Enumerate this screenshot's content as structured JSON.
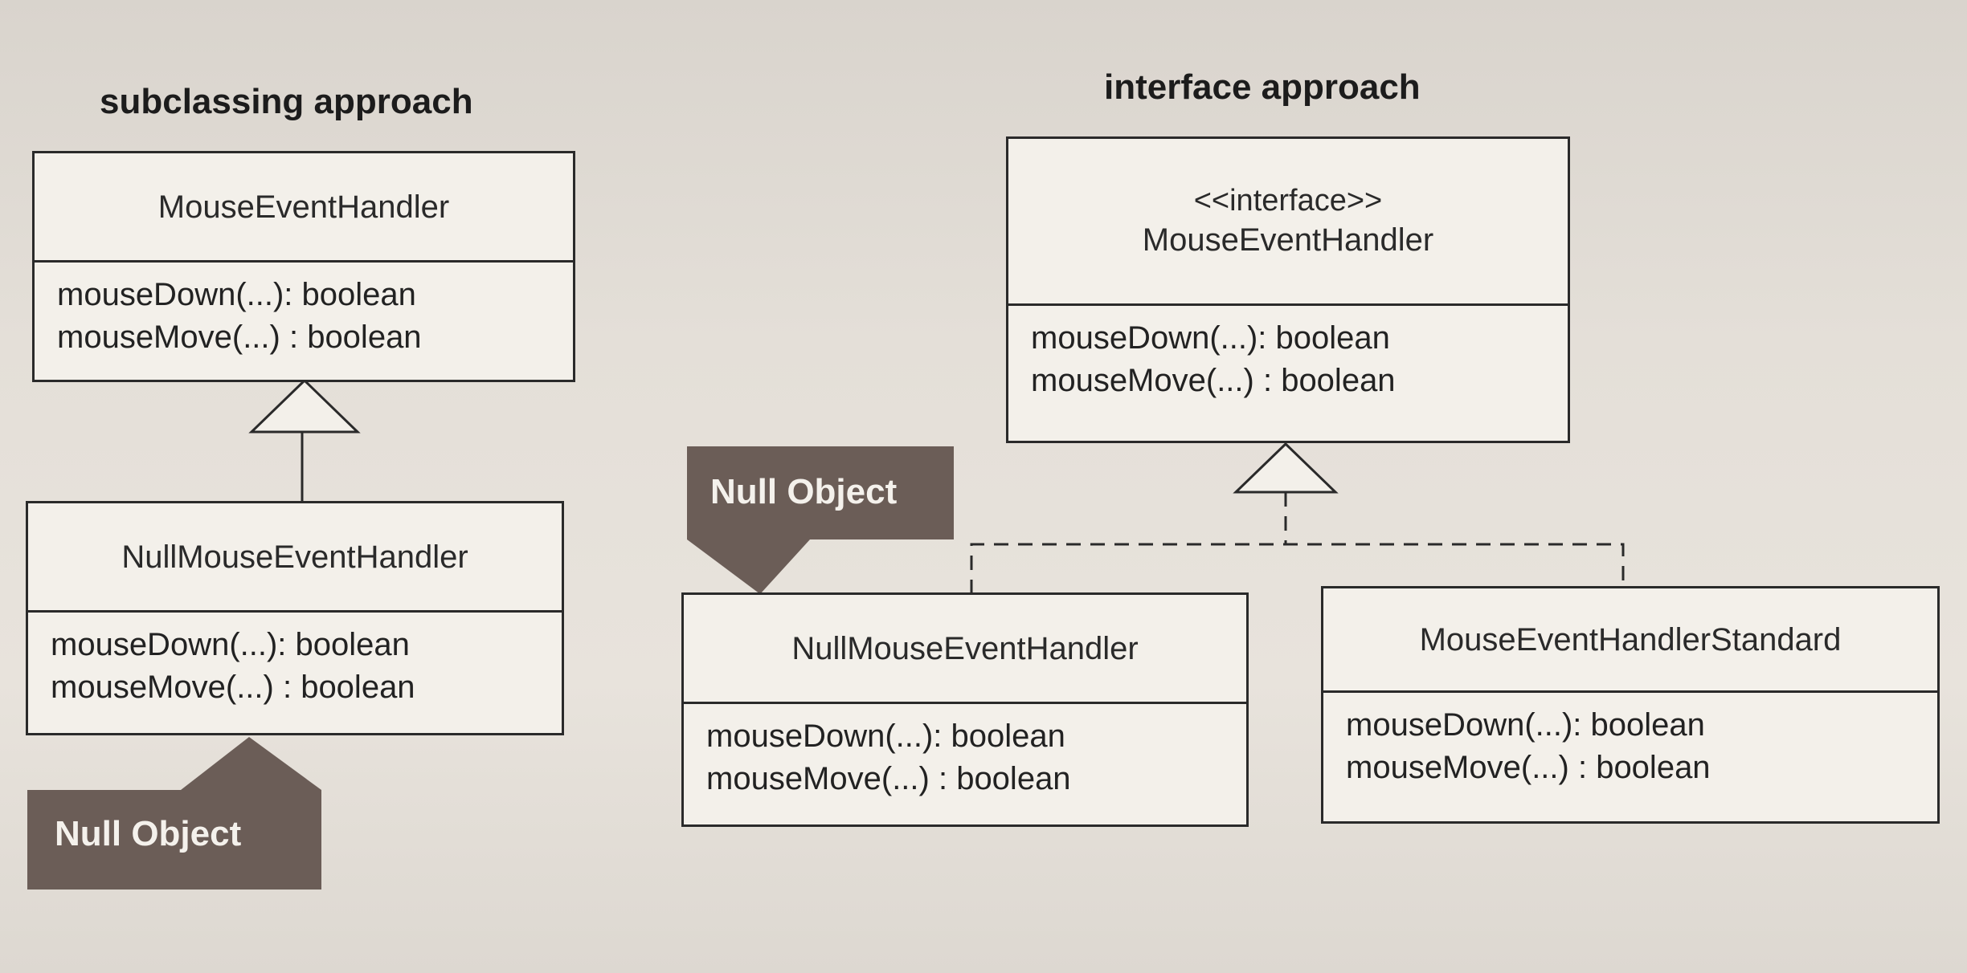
{
  "left": {
    "title": "subclassing approach",
    "parent_class": {
      "name": "MouseEventHandler",
      "operations": [
        "mouseDown(...): boolean",
        "mouseMove(...) : boolean"
      ]
    },
    "child_class": {
      "name": "NullMouseEventHandler",
      "operations": [
        "mouseDown(...): boolean",
        "mouseMove(...) : boolean"
      ]
    },
    "tag": "Null Object"
  },
  "right": {
    "title": "interface approach",
    "interface": {
      "stereotype": "<<interface>>",
      "name": "MouseEventHandler",
      "operations": [
        "mouseDown(...): boolean",
        "mouseMove(...) : boolean"
      ]
    },
    "null_class": {
      "name": "NullMouseEventHandler",
      "operations": [
        "mouseDown(...): boolean",
        "mouseMove(...) : boolean"
      ]
    },
    "standard_class": {
      "name": "MouseEventHandlerStandard",
      "operations": [
        "mouseDown(...): boolean",
        "mouseMove(...) : boolean"
      ]
    },
    "tag": "Null Object"
  },
  "colors": {
    "tag_fill": "#6b5d57",
    "line": "#2a2a2a",
    "box_fill": "#f3f0ea"
  }
}
